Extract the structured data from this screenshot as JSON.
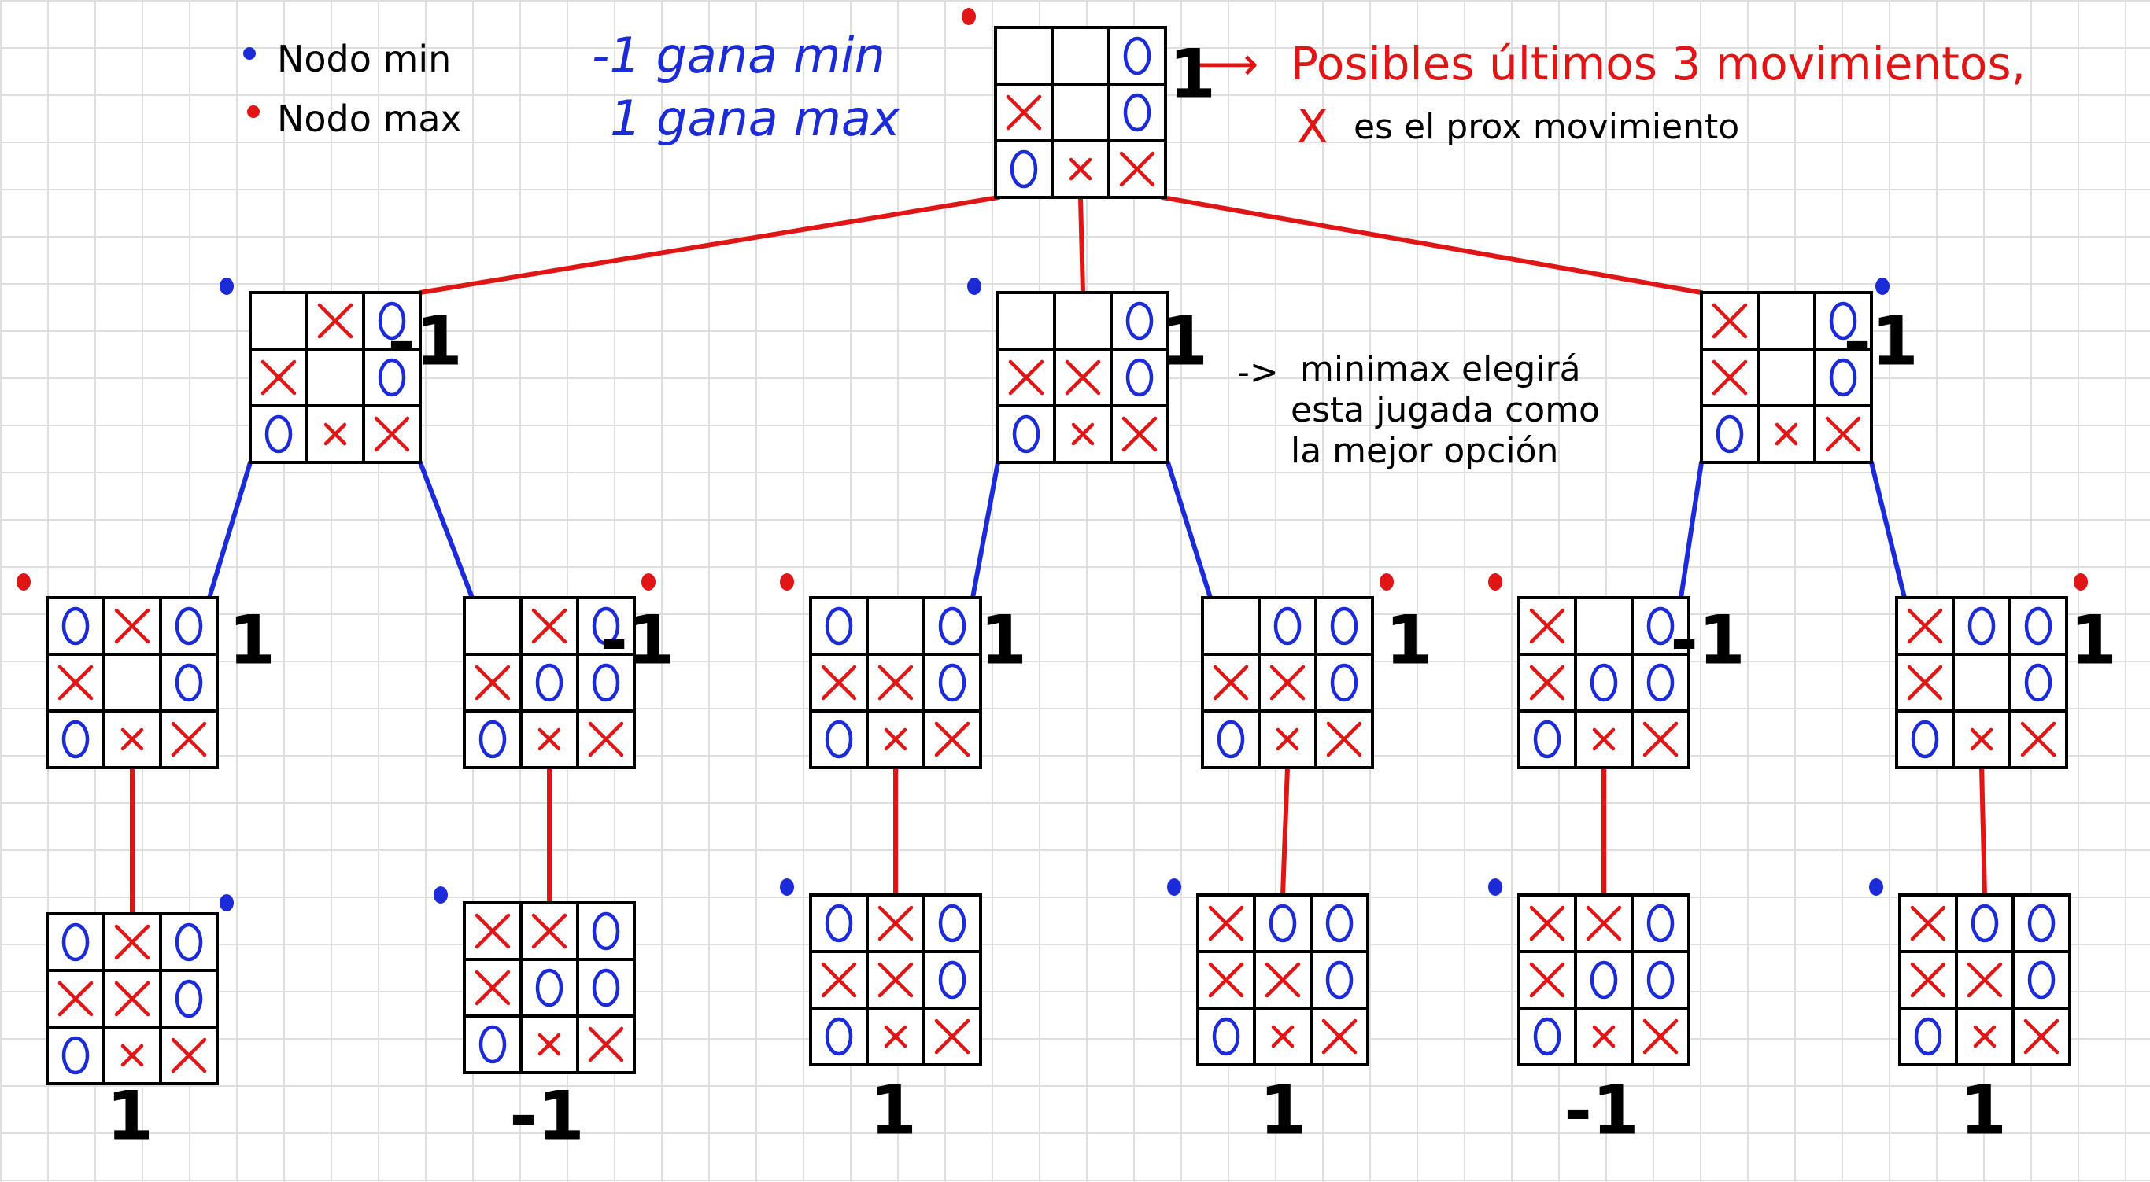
{
  "legend": {
    "min_label": "Nodo min",
    "max_label": "Nodo max"
  },
  "values_legend": {
    "line1": "-1 gana min",
    "line2": "1 gana max"
  },
  "root_note": {
    "line1": "Posibles últimos 3 movimientos,",
    "line2_mark": "X",
    "line2_rest": "es el prox movimiento"
  },
  "best_note": {
    "arrow": "->",
    "lines": [
      "minimax elegirá",
      "esta jugada como",
      "la mejor opción"
    ]
  },
  "colors": {
    "min_node": "#1c2bd8",
    "max_node": "#e01515",
    "x_mark": "#e01515",
    "o_mark": "#1c2bd8",
    "grid_line": "#000000"
  },
  "tree": {
    "nodes": [
      {
        "id": "root",
        "type": "max",
        "value": "1",
        "board": [
          "",
          "",
          "O",
          "X",
          "",
          "O",
          "O",
          "X",
          "X"
        ]
      },
      {
        "id": "a",
        "type": "min",
        "value": "-1",
        "board": [
          "",
          "X",
          "O",
          "X",
          "",
          "O",
          "O",
          "X",
          "X"
        ]
      },
      {
        "id": "b",
        "type": "min",
        "value": "1",
        "board": [
          "",
          "",
          "O",
          "X",
          "X",
          "O",
          "O",
          "X",
          "X"
        ]
      },
      {
        "id": "c",
        "type": "min",
        "value": "-1",
        "board": [
          "X",
          "",
          "O",
          "X",
          "",
          "O",
          "O",
          "X",
          "X"
        ]
      },
      {
        "id": "a1",
        "type": "max",
        "value": "1",
        "board": [
          "O",
          "X",
          "O",
          "X",
          "",
          "O",
          "O",
          "X",
          "X"
        ]
      },
      {
        "id": "a2",
        "type": "max",
        "value": "-1",
        "board": [
          "",
          "X",
          "O",
          "X",
          "O",
          "O",
          "O",
          "X",
          "X"
        ]
      },
      {
        "id": "b1",
        "type": "max",
        "value": "1",
        "board": [
          "O",
          "",
          "O",
          "X",
          "X",
          "O",
          "O",
          "X",
          "X"
        ]
      },
      {
        "id": "b2",
        "type": "max",
        "value": "1",
        "board": [
          "",
          "O",
          "O",
          "X",
          "X",
          "O",
          "O",
          "X",
          "X"
        ]
      },
      {
        "id": "c1",
        "type": "max",
        "value": "-1",
        "board": [
          "X",
          "",
          "O",
          "X",
          "O",
          "O",
          "O",
          "X",
          "X"
        ]
      },
      {
        "id": "c2",
        "type": "max",
        "value": "1",
        "board": [
          "X",
          "O",
          "O",
          "X",
          "",
          "O",
          "O",
          "X",
          "X"
        ]
      },
      {
        "id": "a1a",
        "type": "min",
        "value": "1",
        "board": [
          "O",
          "X",
          "O",
          "X",
          "X",
          "O",
          "O",
          "X",
          "X"
        ]
      },
      {
        "id": "a2a",
        "type": "min",
        "value": "-1",
        "board": [
          "X",
          "X",
          "O",
          "X",
          "O",
          "O",
          "O",
          "X",
          "X"
        ]
      },
      {
        "id": "b1a",
        "type": "min",
        "value": "1",
        "board": [
          "O",
          "X",
          "O",
          "X",
          "X",
          "O",
          "O",
          "X",
          "X"
        ]
      },
      {
        "id": "b2a",
        "type": "min",
        "value": "1",
        "board": [
          "X",
          "O",
          "O",
          "X",
          "X",
          "O",
          "O",
          "X",
          "X"
        ]
      },
      {
        "id": "c1a",
        "type": "min",
        "value": "-1",
        "board": [
          "X",
          "X",
          "O",
          "X",
          "O",
          "O",
          "O",
          "X",
          "X"
        ]
      },
      {
        "id": "c2a",
        "type": "min",
        "value": "1",
        "board": [
          "X",
          "O",
          "O",
          "X",
          "X",
          "O",
          "O",
          "X",
          "X"
        ]
      }
    ],
    "edges": [
      {
        "from": "root",
        "to": "a",
        "color": "max"
      },
      {
        "from": "root",
        "to": "b",
        "color": "max"
      },
      {
        "from": "root",
        "to": "c",
        "color": "max"
      },
      {
        "from": "a",
        "to": "a1",
        "color": "min"
      },
      {
        "from": "a",
        "to": "a2",
        "color": "min"
      },
      {
        "from": "b",
        "to": "b1",
        "color": "min"
      },
      {
        "from": "b",
        "to": "b2",
        "color": "min"
      },
      {
        "from": "c",
        "to": "c1",
        "color": "min"
      },
      {
        "from": "c",
        "to": "c2",
        "color": "min"
      },
      {
        "from": "a1",
        "to": "a1a",
        "color": "max"
      },
      {
        "from": "a2",
        "to": "a2a",
        "color": "max"
      },
      {
        "from": "b1",
        "to": "b1a",
        "color": "max"
      },
      {
        "from": "b2",
        "to": "b2a",
        "color": "max"
      },
      {
        "from": "c1",
        "to": "c1a",
        "color": "max"
      },
      {
        "from": "c2",
        "to": "c2a",
        "color": "max"
      }
    ]
  }
}
